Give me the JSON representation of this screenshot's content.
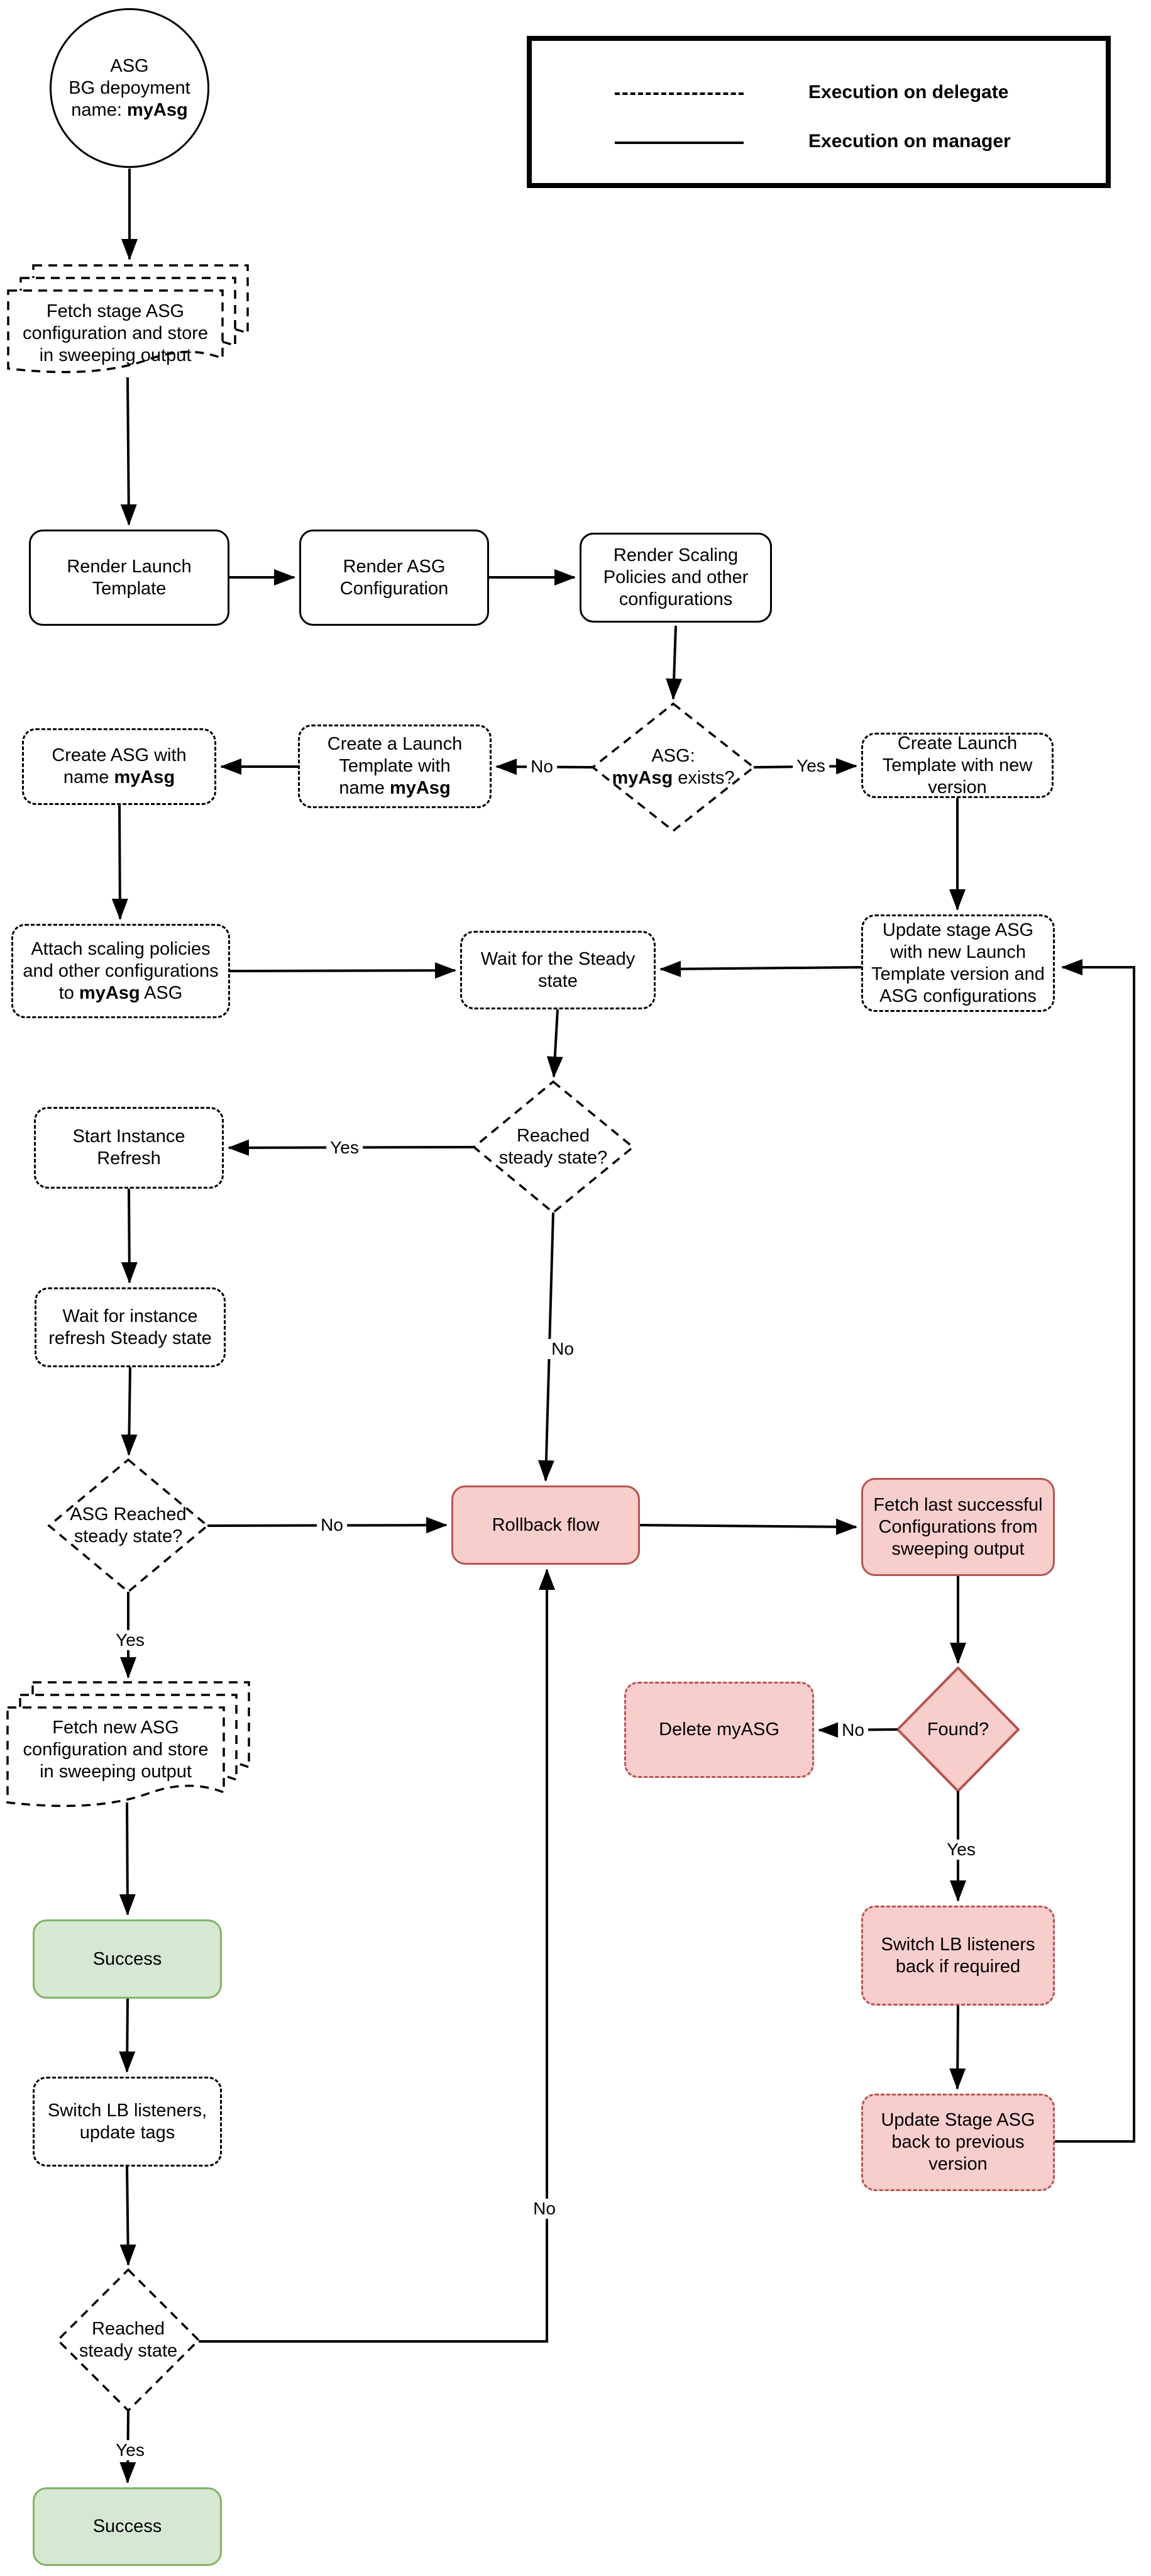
{
  "legend": {
    "delegate_label": "Execution on delegate",
    "manager_label": "Execution on manager"
  },
  "colors": {
    "rollback_fill": "#f8cecc",
    "rollback_border": "#b85450",
    "success_fill": "#d5e8d4",
    "success_border": "#82b366",
    "line": "#000000"
  },
  "nodes": {
    "start": "ASG<br>BG depoyment<br>name: <b>myAsg</b>",
    "fetch_stage": "Fetch stage ASG<br>configuration and store<br>in sweeping output",
    "render_launch": "Render Launch<br>Template",
    "render_asg": "Render ASG<br>Configuration",
    "render_scaling": "Render Scaling<br>Policies and other<br>configurations",
    "asg_exists": "ASG:<br><b>myAsg</b> exists?",
    "create_launch_new": "Create Launch<br>Template with new<br>version",
    "create_launch_myasg": "Create a Launch<br>Template with<br>name <b>myAsg</b>",
    "create_asg": "Create ASG with<br>name <b>myAsg</b>",
    "attach_policies": "Attach scaling policies<br>and other configurations<br>to <b>myAsg</b> ASG",
    "wait_steady": "Wait for the Steady<br>state",
    "update_stage": "Update stage ASG<br>with new Launch<br>Template version and<br>ASG configurations",
    "reached_steady": "Reached<br>steady state?",
    "start_refresh": "Start Instance<br>Refresh",
    "wait_refresh": "Wait for instance<br>refresh Steady state",
    "asg_reached_steady": "ASG Reached<br>steady state?",
    "rollback": "Rollback flow",
    "fetch_last": "Fetch last successful<br>Configurations from<br>sweeping output",
    "found": "Found?",
    "delete_myasg": "Delete myASG",
    "switch_lb_back": "Switch LB listeners<br>back if required",
    "update_back": "Update Stage ASG<br>back to previous<br>version",
    "fetch_new": "Fetch new ASG<br>configuration and store<br>in sweeping output",
    "success_mid": "Success",
    "switch_lb_tags": "Switch LB listeners,<br>update tags",
    "reached_steady_final": "Reached<br>steady state",
    "success_end": "Success"
  },
  "edge_labels": {
    "asg_exists_no": "No",
    "asg_exists_yes": "Yes",
    "reached_steady_yes": "Yes",
    "reached_steady_no": "No",
    "asg_steady_no": "No",
    "asg_steady_yes": "Yes",
    "found_no": "No",
    "found_yes": "Yes",
    "final_no": "No",
    "final_yes": "Yes"
  }
}
